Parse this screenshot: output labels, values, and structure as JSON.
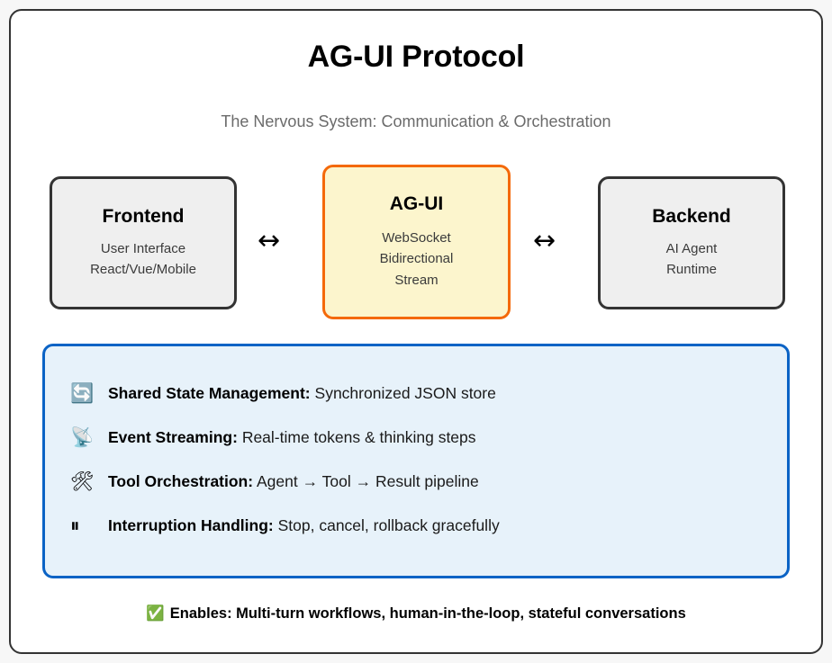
{
  "header": {
    "title": "AG-UI Protocol",
    "subtitle": "The Nervous System: Communication & Orchestration"
  },
  "flow": {
    "frontend": {
      "title": "Frontend",
      "line1": "User Interface",
      "line2": "React/Vue/Mobile"
    },
    "agui": {
      "title": "AG-UI",
      "line1": "WebSocket",
      "line2": "Bidirectional",
      "line3": "Stream"
    },
    "backend": {
      "title": "Backend",
      "line1": "AI Agent",
      "line2": "Runtime"
    },
    "arrow_left": "↔",
    "arrow_right": "↔",
    "arrow_left_name": "bidirectional-arrow-icon",
    "arrow_right_name": "bidirectional-arrow-icon"
  },
  "panel": {
    "features": [
      {
        "icon": "🔄",
        "icon_name": "sync-icon",
        "label": "Shared State Management:",
        "description": "Synchronized JSON store"
      },
      {
        "icon": "📡",
        "icon_name": "satellite-antenna-icon",
        "label": "Event Streaming:",
        "description": "Real-time tokens & thinking steps"
      },
      {
        "icon": "🛠",
        "icon_name": "hammer-and-wrench-icon",
        "label": "Tool Orchestration:",
        "description": "Agent → Tool → Result pipeline"
      },
      {
        "icon": "⏸",
        "icon_name": "pause-icon",
        "label": "Interruption Handling:",
        "description": "Stop, cancel, rollback gracefully"
      }
    ]
  },
  "footer": {
    "icon": "✅",
    "icon_name": "check-mark-icon",
    "text": "Enables: Multi-turn workflows, human-in-the-loop, stateful conversations"
  },
  "colors": {
    "frame_border": "#333333",
    "node_fill": "#efefef",
    "node_border": "#333333",
    "agui_fill": "#fcf5cd",
    "agui_border": "#f4690a",
    "panel_fill": "#e7f2fa",
    "panel_border": "#0b63c5",
    "subtitle_text": "#6b6b6b"
  }
}
